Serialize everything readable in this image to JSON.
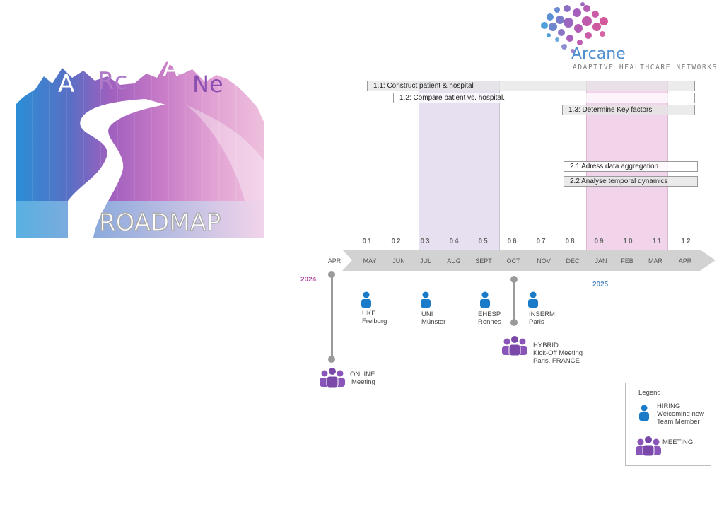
{
  "banner": {
    "letters": [
      "A",
      "Rc",
      "A",
      "Ne"
    ],
    "roadmap": "ROADMAP"
  },
  "logo": {
    "name": "Arcane",
    "tagline": "ADAPTIVE HEALTHCARE NETWORKS"
  },
  "tasks": [
    {
      "label": "1.1: Construct patient & hospital"
    },
    {
      "label": "1.2: Compare patient vs. hospital."
    },
    {
      "label": "1.3: Determine Key factors"
    },
    {
      "label": "2.1 Adress data aggregation"
    },
    {
      "label": "2.2 Analyse temporal dynamics"
    }
  ],
  "timeline": {
    "numbers": [
      "01",
      "02",
      "03",
      "04",
      "05",
      "06",
      "07",
      "08",
      "09",
      "10",
      "11",
      "12"
    ],
    "months": [
      "APR",
      "MAY",
      "JUN",
      "JUL",
      "AUG",
      "SEPT",
      "OCT",
      "NOV",
      "DEC",
      "JAN",
      "FEB",
      "MAR",
      "APR"
    ],
    "year_start": "2024",
    "year_end": "2025"
  },
  "hires": [
    {
      "line1": "UKF",
      "line2": "Freiburg"
    },
    {
      "line1": "UNI",
      "line2": "Münster"
    },
    {
      "line1": "EHESP",
      "line2": "Rennes"
    },
    {
      "line1": "INSERM",
      "line2": "Paris"
    }
  ],
  "meetings": [
    {
      "line1": "ONLINE",
      "line2": "Meeting",
      "line3": ""
    },
    {
      "line1": "HYBRID",
      "line2": "Kick-Off Meeting",
      "line3": "Paris, FRANCE"
    }
  ],
  "legend": {
    "title": "Legend",
    "hiring_1": "HIRING",
    "hiring_2": "Welcoming new",
    "hiring_3": "Team Member",
    "meeting": "MEETING"
  },
  "colors": {
    "hiring": "#1a7cc9",
    "meeting": "#8a55b8",
    "year_2024": "#b04a9e",
    "year_2025": "#5a8fc4",
    "highlight_purple": "#e6e0f1",
    "highlight_pink": "#f1d3ea"
  }
}
